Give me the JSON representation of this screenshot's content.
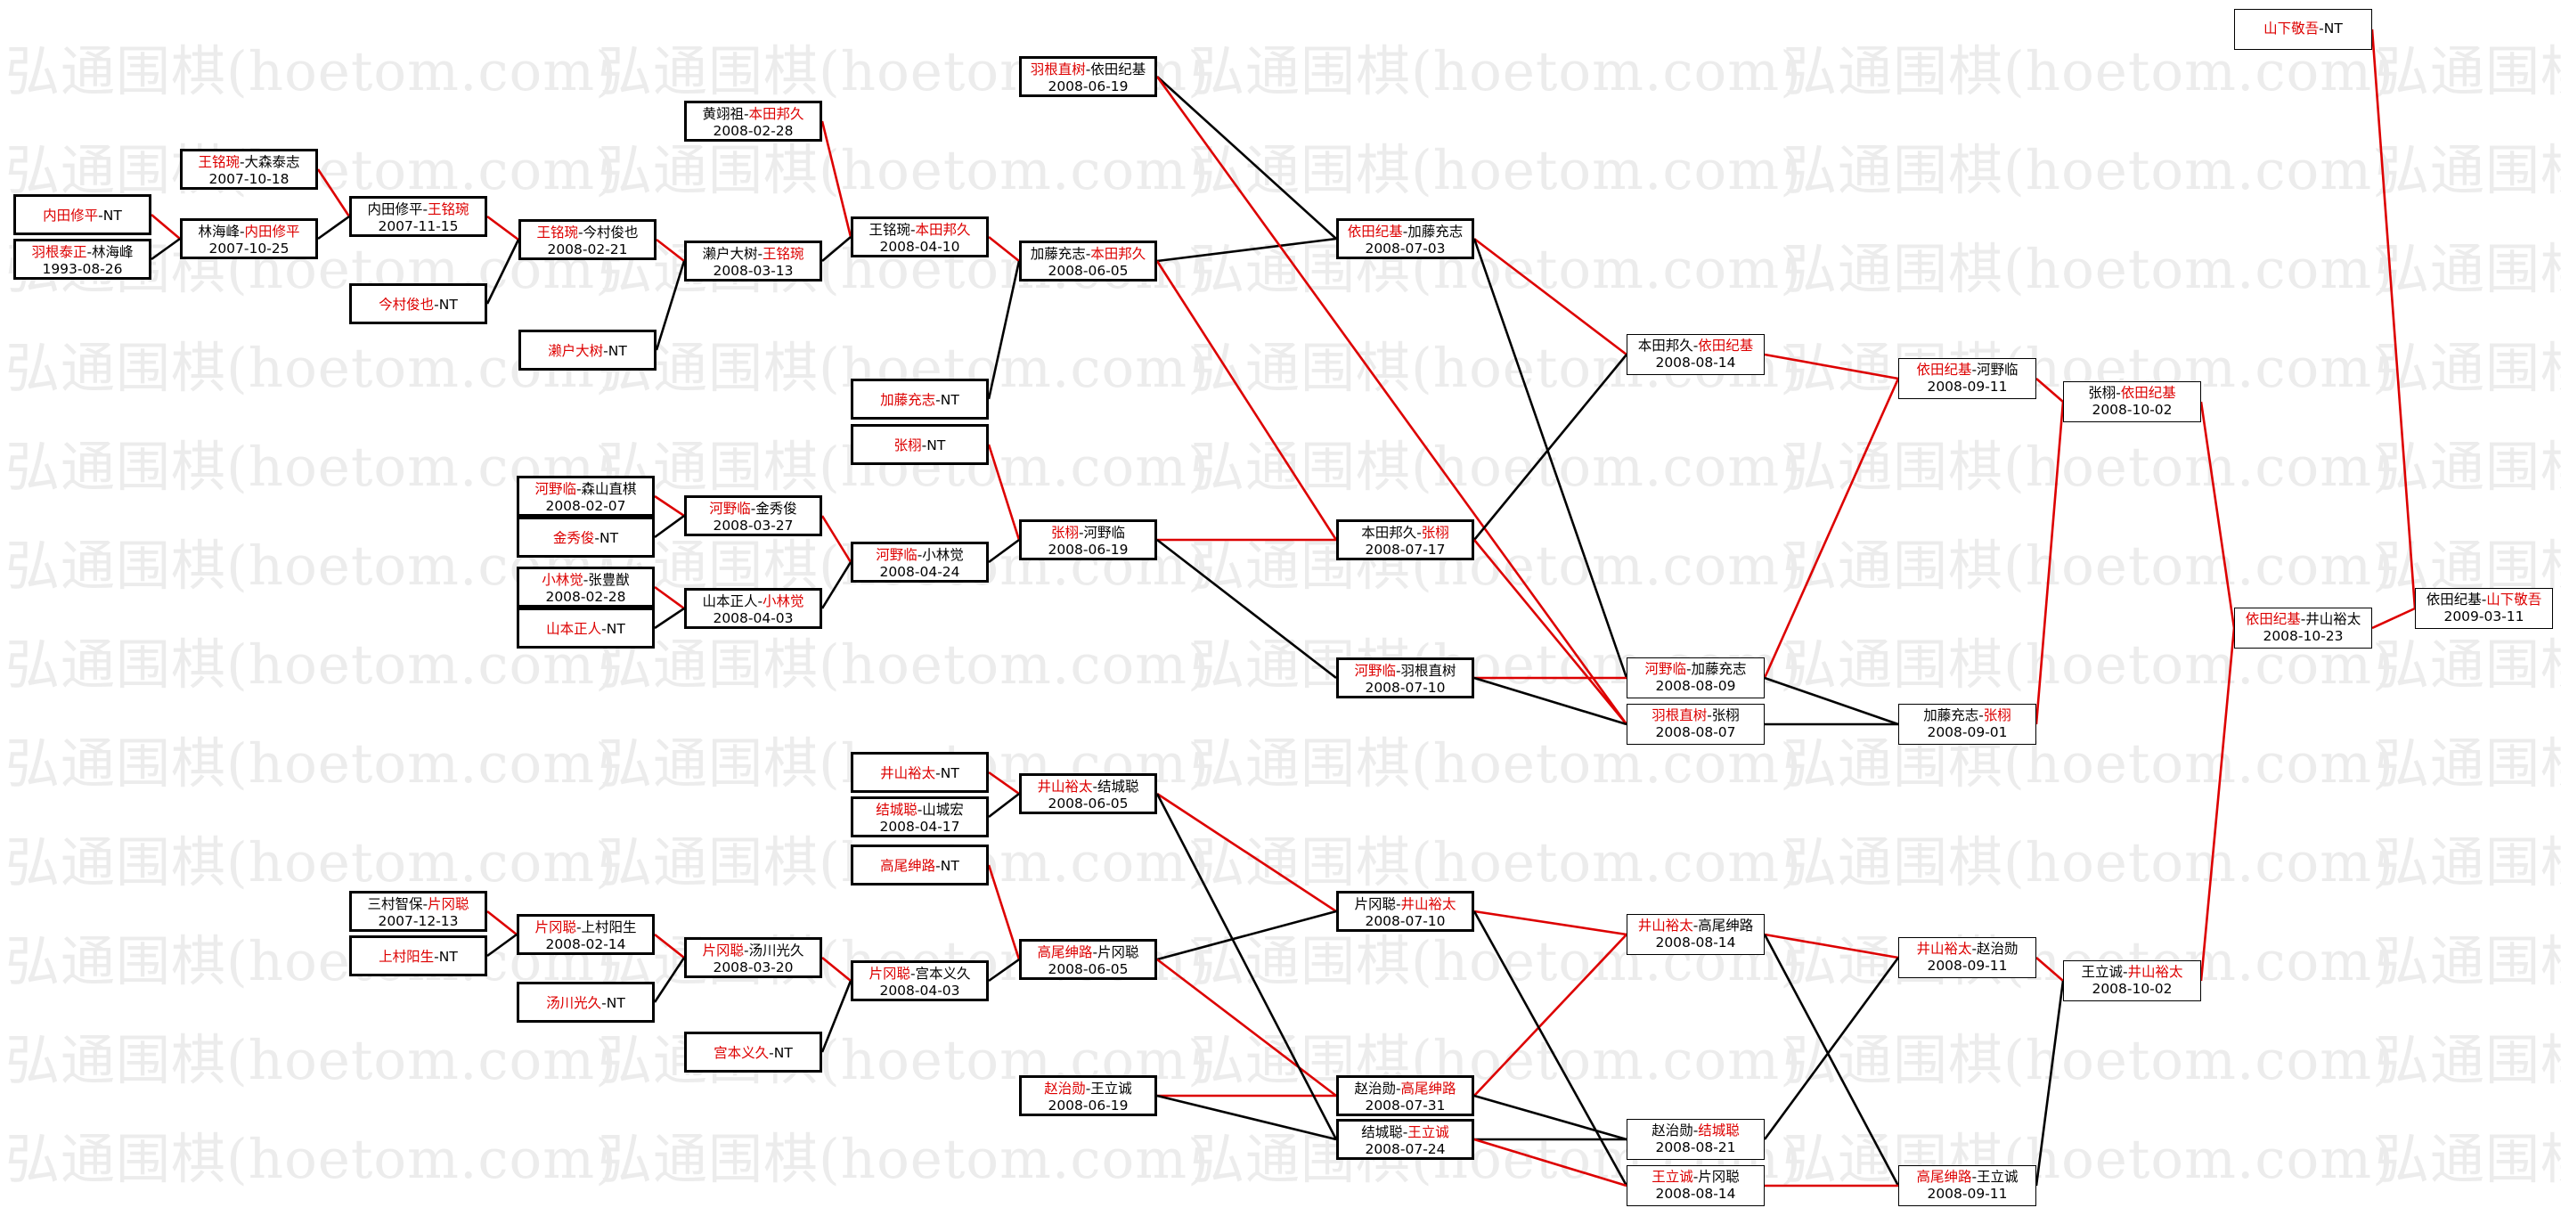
{
  "watermark_text": "弘通围棋(hoetom.com)",
  "colors": {
    "winner": "#dd0000",
    "winner_edge": "#dd0000",
    "loser_edge": "#000000",
    "text": "#000000",
    "watermark": "#ececec"
  },
  "matches": [
    {
      "id": "n1",
      "a": "内田修平",
      "b": "NT",
      "winner": "a",
      "date": ""
    },
    {
      "id": "n2",
      "a": "羽根泰正",
      "b": "林海峰",
      "winner": "a",
      "date": "1993-08-26"
    },
    {
      "id": "n3",
      "a": "王铭琬",
      "b": "大森泰志",
      "winner": "a",
      "date": "2007-10-18"
    },
    {
      "id": "n4",
      "a": "林海峰",
      "b": "内田修平",
      "winner": "b",
      "date": "2007-10-25"
    },
    {
      "id": "n5",
      "a": "内田修平",
      "b": "王铭琬",
      "winner": "b",
      "date": "2007-11-15"
    },
    {
      "id": "n6",
      "a": "今村俊也",
      "b": "NT",
      "winner": "a",
      "date": ""
    },
    {
      "id": "n7",
      "a": "黄翊祖",
      "b": "本田邦久",
      "winner": "b",
      "date": "2008-02-28"
    },
    {
      "id": "n8",
      "a": "王铭琬",
      "b": "今村俊也",
      "winner": "a",
      "date": "2008-02-21"
    },
    {
      "id": "n9",
      "a": "濑户大树",
      "b": "王铭琬",
      "winner": "b",
      "date": "2008-03-13"
    },
    {
      "id": "n10",
      "a": "濑户大树",
      "b": "NT",
      "winner": "a",
      "date": ""
    },
    {
      "id": "n11",
      "a": "王铭琬",
      "b": "本田邦久",
      "winner": "b",
      "date": "2008-04-10"
    },
    {
      "id": "n12",
      "a": "加藤充志",
      "b": "NT",
      "winner": "a",
      "date": ""
    },
    {
      "id": "n13",
      "a": "羽根直树",
      "b": "依田纪基",
      "winner": "a",
      "date": "2008-06-19"
    },
    {
      "id": "n14",
      "a": "加藤充志",
      "b": "本田邦久",
      "winner": "b",
      "date": "2008-06-05"
    },
    {
      "id": "n15",
      "a": "张栩",
      "b": "NT",
      "winner": "a",
      "date": ""
    },
    {
      "id": "n16",
      "a": "河野临",
      "b": "森山直棋",
      "winner": "a",
      "date": "2008-02-07"
    },
    {
      "id": "n17",
      "a": "金秀俊",
      "b": "NT",
      "winner": "a",
      "date": ""
    },
    {
      "id": "n18",
      "a": "河野临",
      "b": "金秀俊",
      "winner": "a",
      "date": "2008-03-27"
    },
    {
      "id": "n19",
      "a": "小林觉",
      "b": "张豊猷",
      "winner": "a",
      "date": "2008-02-28"
    },
    {
      "id": "n20",
      "a": "山本正人",
      "b": "NT",
      "winner": "a",
      "date": ""
    },
    {
      "id": "n21",
      "a": "山本正人",
      "b": "小林觉",
      "winner": "b",
      "date": "2008-04-03"
    },
    {
      "id": "n22",
      "a": "河野临",
      "b": "小林觉",
      "winner": "a",
      "date": "2008-04-24"
    },
    {
      "id": "n23",
      "a": "张栩",
      "b": "河野临",
      "winner": "a",
      "date": "2008-06-19"
    },
    {
      "id": "n24",
      "a": "依田纪基",
      "b": "加藤充志",
      "winner": "a",
      "date": "2008-07-03"
    },
    {
      "id": "n25",
      "a": "本田邦久",
      "b": "张栩",
      "winner": "b",
      "date": "2008-07-17"
    },
    {
      "id": "n26",
      "a": "河野临",
      "b": "羽根直树",
      "winner": "a",
      "date": "2008-07-10"
    },
    {
      "id": "n27",
      "a": "本田邦久",
      "b": "依田纪基",
      "winner": "b",
      "date": "2008-08-14"
    },
    {
      "id": "n28",
      "a": "河野临",
      "b": "加藤充志",
      "winner": "a",
      "date": "2008-08-09"
    },
    {
      "id": "n29",
      "a": "羽根直树",
      "b": "张栩",
      "winner": "a",
      "date": "2008-08-07"
    },
    {
      "id": "n30",
      "a": "依田纪基",
      "b": "河野临",
      "winner": "a",
      "date": "2008-09-11"
    },
    {
      "id": "n31",
      "a": "加藤充志",
      "b": "张栩",
      "winner": "b",
      "date": "2008-09-01"
    },
    {
      "id": "n32",
      "a": "张栩",
      "b": "依田纪基",
      "winner": "b",
      "date": "2008-10-02"
    },
    {
      "id": "n33",
      "a": "井山裕太",
      "b": "NT",
      "winner": "a",
      "date": ""
    },
    {
      "id": "n34",
      "a": "结城聪",
      "b": "山城宏",
      "winner": "a",
      "date": "2008-04-17"
    },
    {
      "id": "n35",
      "a": "井山裕太",
      "b": "结城聪",
      "winner": "a",
      "date": "2008-06-05"
    },
    {
      "id": "n36",
      "a": "高尾绅路",
      "b": "NT",
      "winner": "a",
      "date": ""
    },
    {
      "id": "n37",
      "a": "三村智保",
      "b": "片冈聪",
      "winner": "b",
      "date": "2007-12-13"
    },
    {
      "id": "n38",
      "a": "上村阳生",
      "b": "NT",
      "winner": "a",
      "date": ""
    },
    {
      "id": "n39",
      "a": "片冈聪",
      "b": "上村阳生",
      "winner": "a",
      "date": "2008-02-14"
    },
    {
      "id": "n40",
      "a": "汤川光久",
      "b": "NT",
      "winner": "a",
      "date": ""
    },
    {
      "id": "n41",
      "a": "片冈聪",
      "b": "汤川光久",
      "winner": "a",
      "date": "2008-03-20"
    },
    {
      "id": "n42",
      "a": "宫本义久",
      "b": "NT",
      "winner": "a",
      "date": ""
    },
    {
      "id": "n43",
      "a": "片冈聪",
      "b": "宫本义久",
      "winner": "a",
      "date": "2008-04-03"
    },
    {
      "id": "n44",
      "a": "高尾绅路",
      "b": "片冈聪",
      "winner": "a",
      "date": "2008-06-05"
    },
    {
      "id": "n45",
      "a": "赵治勋",
      "b": "王立诚",
      "winner": "a",
      "date": "2008-06-19"
    },
    {
      "id": "n46",
      "a": "片冈聪",
      "b": "井山裕太",
      "winner": "b",
      "date": "2008-07-10"
    },
    {
      "id": "n47",
      "a": "赵治勋",
      "b": "高尾绅路",
      "winner": "b",
      "date": "2008-07-31"
    },
    {
      "id": "n48",
      "a": "结城聪",
      "b": "王立诚",
      "winner": "b",
      "date": "2008-07-24"
    },
    {
      "id": "n49",
      "a": "井山裕太",
      "b": "高尾绅路",
      "winner": "a",
      "date": "2008-08-14"
    },
    {
      "id": "n50",
      "a": "赵治勋",
      "b": "结城聪",
      "winner": "b",
      "date": "2008-08-21"
    },
    {
      "id": "n51",
      "a": "王立诚",
      "b": "片冈聪",
      "winner": "a",
      "date": "2008-08-14"
    },
    {
      "id": "n52",
      "a": "井山裕太",
      "b": "赵治勋",
      "winner": "a",
      "date": "2008-09-11"
    },
    {
      "id": "n53",
      "a": "高尾绅路",
      "b": "王立诚",
      "winner": "a",
      "date": "2008-09-11"
    },
    {
      "id": "n54",
      "a": "王立诚",
      "b": "井山裕太",
      "winner": "b",
      "date": "2008-10-02"
    },
    {
      "id": "n55",
      "a": "依田纪基",
      "b": "井山裕太",
      "winner": "a",
      "date": "2008-10-23"
    },
    {
      "id": "n56",
      "a": "山下敬吾",
      "b": "NT",
      "winner": "a",
      "date": ""
    },
    {
      "id": "n57",
      "a": "依田纪基",
      "b": "山下敬吾",
      "winner": "b",
      "date": "2009-03-11"
    }
  ],
  "edges": [
    [
      "n1",
      "n4",
      "w"
    ],
    [
      "n2",
      "n4",
      "l"
    ],
    [
      "n3",
      "n5",
      "w"
    ],
    [
      "n4",
      "n5",
      "l"
    ],
    [
      "n5",
      "n8",
      "w"
    ],
    [
      "n6",
      "n8",
      "l"
    ],
    [
      "n8",
      "n9",
      "w"
    ],
    [
      "n10",
      "n9",
      "l"
    ],
    [
      "n7",
      "n11",
      "w"
    ],
    [
      "n9",
      "n11",
      "l"
    ],
    [
      "n11",
      "n14",
      "w"
    ],
    [
      "n12",
      "n14",
      "l"
    ],
    [
      "n13",
      "n24",
      "l"
    ],
    [
      "n14",
      "n24",
      "l"
    ],
    [
      "n13",
      "n29",
      "w"
    ],
    [
      "n14",
      "n25",
      "w"
    ],
    [
      "n16",
      "n18",
      "w"
    ],
    [
      "n17",
      "n18",
      "l"
    ],
    [
      "n19",
      "n21",
      "w"
    ],
    [
      "n20",
      "n21",
      "l"
    ],
    [
      "n18",
      "n22",
      "w"
    ],
    [
      "n21",
      "n22",
      "l"
    ],
    [
      "n15",
      "n23",
      "w"
    ],
    [
      "n22",
      "n23",
      "l"
    ],
    [
      "n23",
      "n25",
      "w"
    ],
    [
      "n23",
      "n26",
      "l"
    ],
    [
      "n24",
      "n27",
      "w"
    ],
    [
      "n25",
      "n27",
      "l"
    ],
    [
      "n24",
      "n28",
      "l"
    ],
    [
      "n26",
      "n28",
      "w"
    ],
    [
      "n25",
      "n29",
      "w"
    ],
    [
      "n26",
      "n29",
      "l"
    ],
    [
      "n27",
      "n30",
      "w"
    ],
    [
      "n28",
      "n30",
      "w"
    ],
    [
      "n28",
      "n31",
      "l"
    ],
    [
      "n29",
      "n31",
      "l"
    ],
    [
      "n30",
      "n32",
      "w"
    ],
    [
      "n31",
      "n32",
      "w"
    ],
    [
      "n33",
      "n35",
      "w"
    ],
    [
      "n34",
      "n35",
      "l"
    ],
    [
      "n37",
      "n39",
      "w"
    ],
    [
      "n38",
      "n39",
      "l"
    ],
    [
      "n39",
      "n41",
      "w"
    ],
    [
      "n40",
      "n41",
      "l"
    ],
    [
      "n41",
      "n43",
      "w"
    ],
    [
      "n42",
      "n43",
      "l"
    ],
    [
      "n36",
      "n44",
      "w"
    ],
    [
      "n43",
      "n44",
      "l"
    ],
    [
      "n35",
      "n46",
      "w"
    ],
    [
      "n44",
      "n46",
      "l"
    ],
    [
      "n45",
      "n47",
      "w"
    ],
    [
      "n44",
      "n47",
      "w"
    ],
    [
      "n35",
      "n48",
      "l"
    ],
    [
      "n45",
      "n48",
      "l"
    ],
    [
      "n46",
      "n49",
      "w"
    ],
    [
      "n47",
      "n49",
      "w"
    ],
    [
      "n47",
      "n50",
      "l"
    ],
    [
      "n48",
      "n50",
      "l"
    ],
    [
      "n46",
      "n51",
      "l"
    ],
    [
      "n48",
      "n51",
      "w"
    ],
    [
      "n49",
      "n52",
      "w"
    ],
    [
      "n50",
      "n52",
      "l"
    ],
    [
      "n49",
      "n53",
      "l"
    ],
    [
      "n51",
      "n53",
      "w"
    ],
    [
      "n52",
      "n54",
      "w"
    ],
    [
      "n53",
      "n54",
      "l"
    ],
    [
      "n32",
      "n55",
      "w"
    ],
    [
      "n54",
      "n55",
      "w"
    ],
    [
      "n55",
      "n57",
      "w"
    ],
    [
      "n56",
      "n57",
      "w"
    ]
  ]
}
